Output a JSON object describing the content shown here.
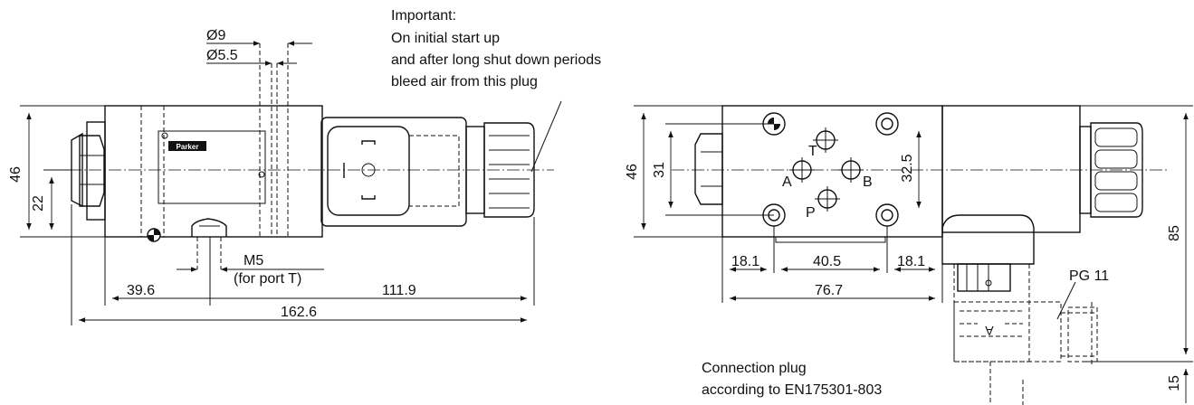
{
  "front_view": {
    "dimensions": {
      "d9": "Ø9",
      "d55": "Ø5.5",
      "h46": "46",
      "h22": "22",
      "w396": "39.6",
      "w1119": "111.9",
      "w1626": "162.6",
      "m5": "M5",
      "m5_note": "(for port T)"
    },
    "note": {
      "line1": "Important:",
      "line2": "On initial start up",
      "line3": "and after long shut down periods",
      "line4": "bleed air from this plug"
    },
    "logo": "Parker"
  },
  "top_view": {
    "dimensions": {
      "h46": "46",
      "h31": "31",
      "h325": "32.5",
      "w181a": "18.1",
      "w405": "40.5",
      "w181b": "18.1",
      "w767": "76.7",
      "h85": "85",
      "h15": "15",
      "pg11": "PG 11"
    },
    "ports": {
      "A": "A",
      "B": "B",
      "P": "P",
      "T": "T"
    },
    "plug_letter": "A",
    "plug_note": {
      "line1": "Connection plug",
      "line2": "according to EN175301-803"
    }
  }
}
